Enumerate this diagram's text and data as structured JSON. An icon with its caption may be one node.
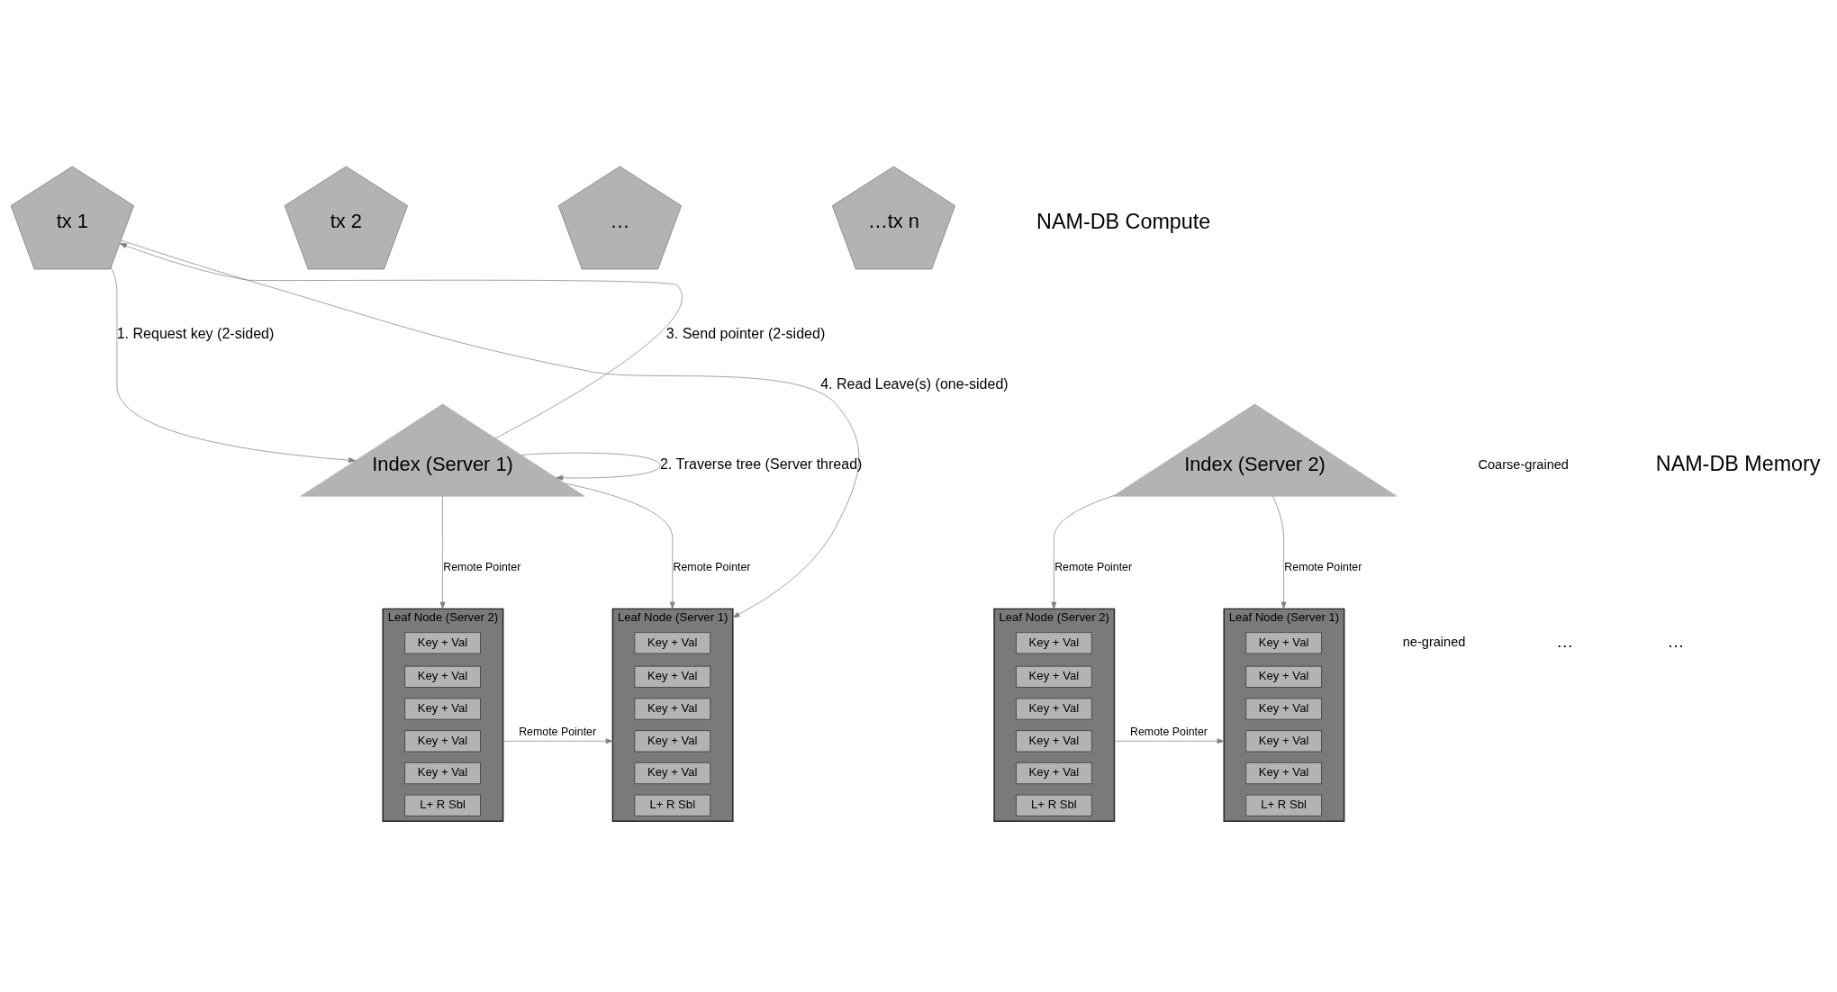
{
  "diagram": {
    "nodes": [
      {
        "text": [
          "tx 1"
        ]
      },
      {
        "text": [
          "tx 2"
        ]
      },
      {
        "text": [
          "…"
        ]
      },
      {
        "text": [
          "…tx n"
        ]
      },
      {
        "text": [
          "Index (Server 1)"
        ]
      },
      {
        "text": [
          "Index (Server 2)"
        ]
      },
      {
        "text": [
          "Leaf Node (Server 2)"
        ]
      },
      {
        "text": [
          "Key + Val"
        ],
        "in": 6
      },
      {
        "text": [
          "Key + Val"
        ],
        "in": 6
      },
      {
        "text": [
          "Key + Val"
        ],
        "in": 6
      },
      {
        "text": [
          "Key + Val"
        ],
        "in": 6
      },
      {
        "text": [
          "Key + Val"
        ],
        "in": 6
      },
      {
        "text": [
          "L+ R Sbl"
        ],
        "in": 6
      },
      {
        "text": [
          "Leaf Node (Server 1)"
        ]
      },
      {
        "text": [
          "Key + Val"
        ],
        "in": 13
      },
      {
        "text": [
          "Key + Val"
        ],
        "in": 13
      },
      {
        "text": [
          "Key + Val"
        ],
        "in": 13
      },
      {
        "text": [
          "Key + Val"
        ],
        "in": 13
      },
      {
        "text": [
          "Key + Val"
        ],
        "in": 13
      },
      {
        "text": [
          "L+ R Sbl"
        ],
        "in": 13
      },
      {
        "text": [
          "Leaf Node (Server 2)"
        ]
      },
      {
        "text": [
          "Key + Val"
        ],
        "in": 20
      },
      {
        "text": [
          "Key + Val"
        ],
        "in": 20
      },
      {
        "text": [
          "Key + Val"
        ],
        "in": 20
      },
      {
        "text": [
          "Key + Val"
        ],
        "in": 20
      },
      {
        "text": [
          "Key + Val"
        ],
        "in": 20
      },
      {
        "text": [
          "L+ R Sbl"
        ],
        "in": 20
      },
      {
        "text": [
          "Leaf Node (Server 1)"
        ]
      },
      {
        "text": [
          "Key + Val"
        ],
        "in": 27
      },
      {
        "text": [
          "Key + Val"
        ],
        "in": 27
      },
      {
        "text": [
          "Key + Val"
        ],
        "in": 27
      },
      {
        "text": [
          "Key + Val"
        ],
        "in": 27
      },
      {
        "text": [
          "Key + Val"
        ],
        "in": 27
      },
      {
        "text": [
          "L+ R Sbl"
        ],
        "in": 27
      }
    ],
    "edges": [
      {
        "from": 0,
        "to": 4,
        "arrow": "to",
        "label": "1. Request key (2-sided)"
      },
      {
        "from": 4,
        "to": 4,
        "arrow": "to",
        "label": "2. Traverse tree (Server thread)"
      },
      {
        "from": 4,
        "to": 0,
        "arrow": "to",
        "label": "3. Send pointer (2-sided)"
      },
      {
        "from": 0,
        "to": 13,
        "arrow": "to",
        "label": "4. Read Leave(s) (one-sided)"
      },
      {
        "from": 4,
        "to": 6,
        "arrow": "to",
        "label": "Remote Pointer"
      },
      {
        "from": 4,
        "to": 13,
        "arrow": "to",
        "label": "Remote Pointer"
      },
      {
        "from": 6,
        "to": 13,
        "arrow": "to",
        "label": "Remote Pointer"
      },
      {
        "from": 5,
        "to": 20,
        "arrow": "to",
        "label": "Remote Pointer"
      },
      {
        "from": 5,
        "to": 27,
        "arrow": "to",
        "label": "Remote Pointer"
      },
      {
        "from": 20,
        "to": 27,
        "arrow": "to",
        "label": "Remote Pointer"
      }
    ],
    "labels": [
      "NAM-DB Compute",
      "Coarse-grained",
      "NAM-DB Memory",
      "ne-grained",
      "…",
      "…"
    ]
  }
}
